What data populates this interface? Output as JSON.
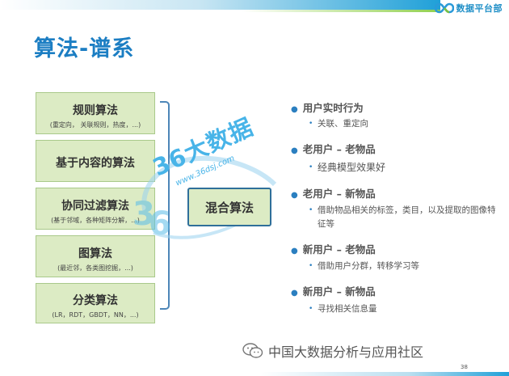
{
  "header": {
    "logo_text": "数据平台部"
  },
  "title": "算法-谱系",
  "algorithms": [
    {
      "name": "规则算法",
      "detail": "(重定向， 关联规则，热度，...)"
    },
    {
      "name": "基于内容的算法",
      "detail": ""
    },
    {
      "name": "协同过滤算法",
      "detail": "(基于邻域，各种矩阵分解，...)"
    },
    {
      "name": "图算法",
      "detail": "(最近邻，各类图挖掘，...)"
    },
    {
      "name": "分类算法",
      "detail": "(LR，RDT，GBDT，NN，...)"
    }
  ],
  "hybrid_label": "混合算法",
  "watermark": {
    "text": "36大数据",
    "url": "www.36dsj.com"
  },
  "scenarios": [
    {
      "title": "用户实时行为",
      "detail": "关联、重定向"
    },
    {
      "title": "老用户 – 老物品",
      "detail": "经典模型效果好"
    },
    {
      "title": "老用户 – 新物品",
      "detail": "借助物品相关的标签，类目，以及提取的图像特征等"
    },
    {
      "title": "新用户 – 老物品",
      "detail": "借助用户分群，转移学习等"
    },
    {
      "title": "新用户 – 新物品",
      "detail": "寻找相关信息量"
    }
  ],
  "footer": {
    "text": "中国大数据分析与应用社区",
    "page": "38"
  }
}
